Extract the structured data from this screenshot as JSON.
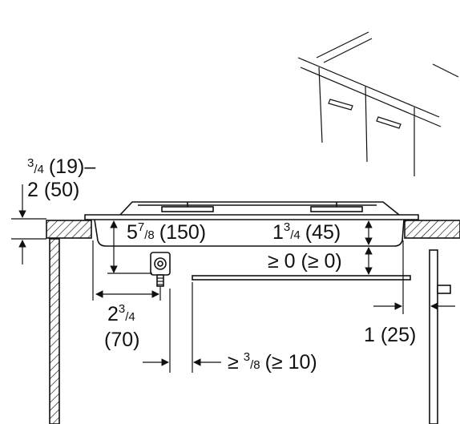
{
  "labels": {
    "thickness_frac_num": "3",
    "thickness_frac_den": "4",
    "thickness_mm_range_a": "(19)–",
    "thickness_in_b": "2 (50)",
    "depth_whole": "5",
    "depth_frac_num": "7",
    "depth_frac_den": "8",
    "depth_mm": "(150)",
    "height_whole": "1",
    "height_frac_num": "3",
    "height_frac_den": "4",
    "height_mm": "(45)",
    "gap": "≥ 0 (≥ 0)",
    "conn_whole": "2",
    "conn_frac_num": "3",
    "conn_frac_den": "4",
    "conn_mm": "(70)",
    "side": "1 (25)",
    "clear_prefix": "≥",
    "clear_frac_num": "3",
    "clear_frac_den": "8",
    "clear_mm": "(≥ 10)"
  }
}
